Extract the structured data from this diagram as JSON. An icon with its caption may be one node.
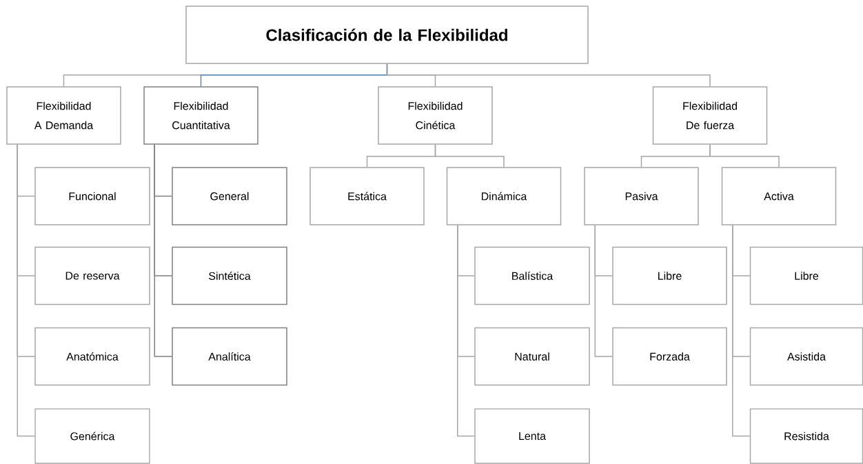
{
  "diagram": {
    "nodes": [
      {
        "text": [
          "Clasificación de la Flexibilidad"
        ]
      },
      {
        "text": [
          "Flexibilidad A Demanda"
        ]
      },
      {
        "text": [
          "Flexibilidad Cuantitativa"
        ]
      },
      {
        "text": [
          "Flexibilidad Cinética"
        ]
      },
      {
        "text": [
          "Flexibilidad De fuerza"
        ]
      },
      {
        "text": [
          "Funcional"
        ]
      },
      {
        "text": [
          "General"
        ]
      },
      {
        "text": [
          "Estática"
        ]
      },
      {
        "text": [
          "Dinámica"
        ]
      },
      {
        "text": [
          "Pasiva"
        ]
      },
      {
        "text": [
          "Activa"
        ]
      },
      {
        "text": [
          "De reserva"
        ]
      },
      {
        "text": [
          "Sintética"
        ]
      },
      {
        "text": [
          "Balística"
        ]
      },
      {
        "text": [
          "Libre"
        ]
      },
      {
        "text": [
          "Libre"
        ]
      },
      {
        "text": [
          "Anatómica"
        ]
      },
      {
        "text": [
          "Analítica"
        ]
      },
      {
        "text": [
          "Natural"
        ]
      },
      {
        "text": [
          "Forzada"
        ]
      },
      {
        "text": [
          "Asistida"
        ]
      },
      {
        "text": [
          "Genérica"
        ]
      },
      {
        "text": [
          "Lenta"
        ]
      },
      {
        "text": [
          "Resistida"
        ]
      }
    ],
    "edges": [
      {
        "from": 0,
        "to": 1,
        "arrow": "none"
      },
      {
        "from": 0,
        "to": 2,
        "arrow": "none",
        "color": "#5b87b5"
      },
      {
        "from": 0,
        "to": 3,
        "arrow": "none"
      },
      {
        "from": 0,
        "to": 4,
        "arrow": "none"
      },
      {
        "from": 1,
        "to": 5,
        "arrow": "none"
      },
      {
        "from": 1,
        "to": 11,
        "arrow": "none"
      },
      {
        "from": 1,
        "to": 16,
        "arrow": "none"
      },
      {
        "from": 1,
        "to": 21,
        "arrow": "none"
      },
      {
        "from": 2,
        "to": 6,
        "arrow": "none",
        "color": "#808080"
      },
      {
        "from": 2,
        "to": 12,
        "arrow": "none",
        "color": "#808080"
      },
      {
        "from": 2,
        "to": 17,
        "arrow": "none",
        "color": "#808080"
      },
      {
        "from": 3,
        "to": 7,
        "arrow": "none"
      },
      {
        "from": 3,
        "to": 8,
        "arrow": "none"
      },
      {
        "from": 4,
        "to": 9,
        "arrow": "none"
      },
      {
        "from": 4,
        "to": 10,
        "arrow": "none"
      },
      {
        "from": 8,
        "to": 13,
        "arrow": "none"
      },
      {
        "from": 8,
        "to": 18,
        "arrow": "none"
      },
      {
        "from": 8,
        "to": 22,
        "arrow": "none"
      },
      {
        "from": 9,
        "to": 14,
        "arrow": "none"
      },
      {
        "from": 9,
        "to": 19,
        "arrow": "none"
      },
      {
        "from": 10,
        "to": 15,
        "arrow": "none"
      },
      {
        "from": 10,
        "to": 20,
        "arrow": "none"
      },
      {
        "from": 10,
        "to": 23,
        "arrow": "none"
      }
    ]
  }
}
